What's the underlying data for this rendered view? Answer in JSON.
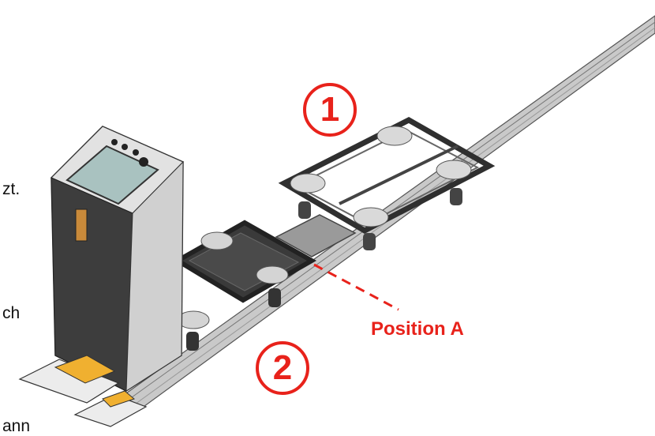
{
  "left_text_fragments": [
    "zt.",
    "ch",
    "ann"
  ],
  "callouts": [
    {
      "label": "1"
    },
    {
      "label": "2"
    }
  ],
  "position_label": "Position A",
  "colors": {
    "accent_red": "#e8221b",
    "rail_gray": "#b8b8b8",
    "frame_dark": "#3a3a3a",
    "device_body": "#a8a8a8",
    "screen": "#9fb8b8",
    "base_orange": "#f0b030"
  }
}
